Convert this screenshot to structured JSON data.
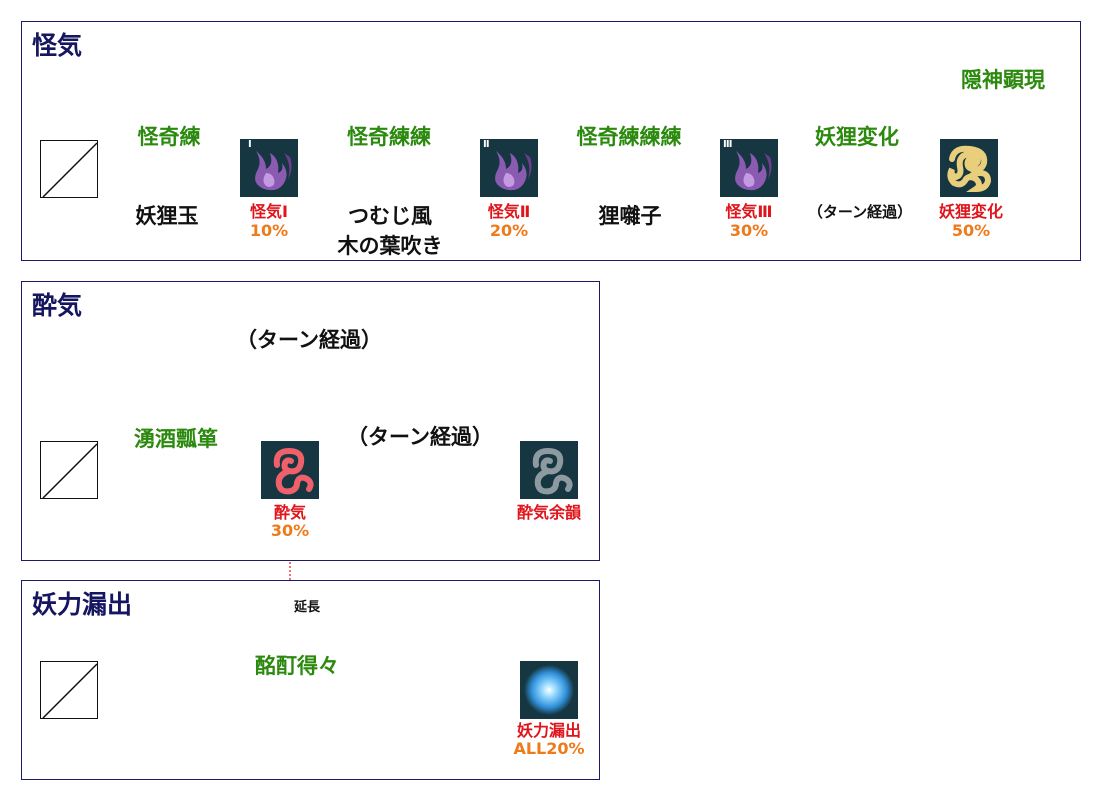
{
  "panels": {
    "kaiki": {
      "title": "怪気",
      "top_label": "隠神顕現",
      "transitions": [
        "怪奇練",
        "怪奇練練",
        "怪奇練練練",
        "妖狸変化"
      ],
      "sources": [
        "妖狸玉",
        "つむじ風",
        "木の葉吹き",
        "狸囃子",
        "（ターン経過）"
      ],
      "stages": [
        {
          "name": "怪気Ⅰ",
          "value": "10%",
          "roman": "Ⅰ"
        },
        {
          "name": "怪気Ⅱ",
          "value": "20%",
          "roman": "Ⅱ"
        },
        {
          "name": "怪気Ⅲ",
          "value": "30%",
          "roman": "Ⅲ"
        },
        {
          "name": "妖狸変化",
          "value": "50%"
        }
      ]
    },
    "suiki": {
      "title": "酔気",
      "loop_label": "（ターン経過）",
      "transition1": "湧酒瓢箪",
      "transition2": "（ターン経過）",
      "stages": [
        {
          "name": "酔気",
          "value": "30%"
        },
        {
          "name": "酔気余韻"
        }
      ]
    },
    "yoryoku": {
      "title": "妖力漏出",
      "transition": "酩酊得々",
      "extend_label": "延長",
      "stage": {
        "name": "妖力漏出",
        "value": "ALL20%"
      }
    }
  },
  "colors": {
    "border": "#1b1b6a",
    "green": "#2b8a0e",
    "red": "#e0141b",
    "orange": "#ee7a1a",
    "icon_bg": "#163742",
    "kaiki_icon": "#8a5bb0",
    "transform_icon": "#e9cf7c",
    "suiki_icon": "#f0606a",
    "afterglow_icon": "#8d9aa0",
    "leak_icon": "#4aaee8"
  },
  "icons": {
    "empty": "empty-state-box",
    "kaiki": "purple-flame-icon",
    "transform": "gold-swirl-icon",
    "suiki": "pink-swirl-icon",
    "afterglow": "gray-swirl-icon",
    "leak": "blue-orb-icon"
  }
}
